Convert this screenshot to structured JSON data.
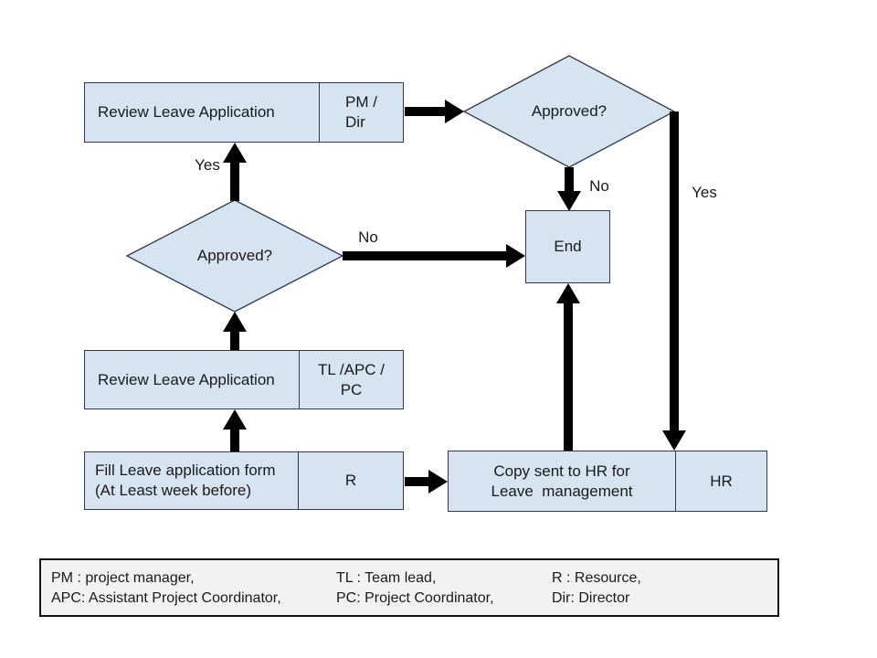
{
  "colors": {
    "node_fill": "#d6e3f1",
    "node_border": "#2e3b4c",
    "arrow": "#000000",
    "legend_fill": "#f2f2f2"
  },
  "nodes": {
    "review_top": {
      "label": "Review Leave Application",
      "role": "PM /\nDir"
    },
    "approved_top": {
      "label": "Approved?"
    },
    "end": {
      "label": "End"
    },
    "approved_mid": {
      "label": "Approved?"
    },
    "review_mid": {
      "label": "Review Leave Application",
      "role": "TL /APC /\nPC"
    },
    "fill_form": {
      "label": "Fill Leave application form\n(At Least week before)",
      "role": "R"
    },
    "copy_hr": {
      "label": "Copy sent to HR for\nLeave  management",
      "role": "HR"
    }
  },
  "edge_labels": {
    "yes_to_review_top": "Yes",
    "no_to_end": "No",
    "yes_to_hr": "Yes",
    "no_mid_to_end": "No"
  },
  "legend": {
    "columns": [
      {
        "line1": "PM : project manager,",
        "line2": "APC: Assistant Project Coordinator,"
      },
      {
        "line1": "TL : Team lead,",
        "line2": "PC: Project Coordinator,"
      },
      {
        "line1": "R : Resource,",
        "line2": "Dir: Director"
      }
    ]
  }
}
